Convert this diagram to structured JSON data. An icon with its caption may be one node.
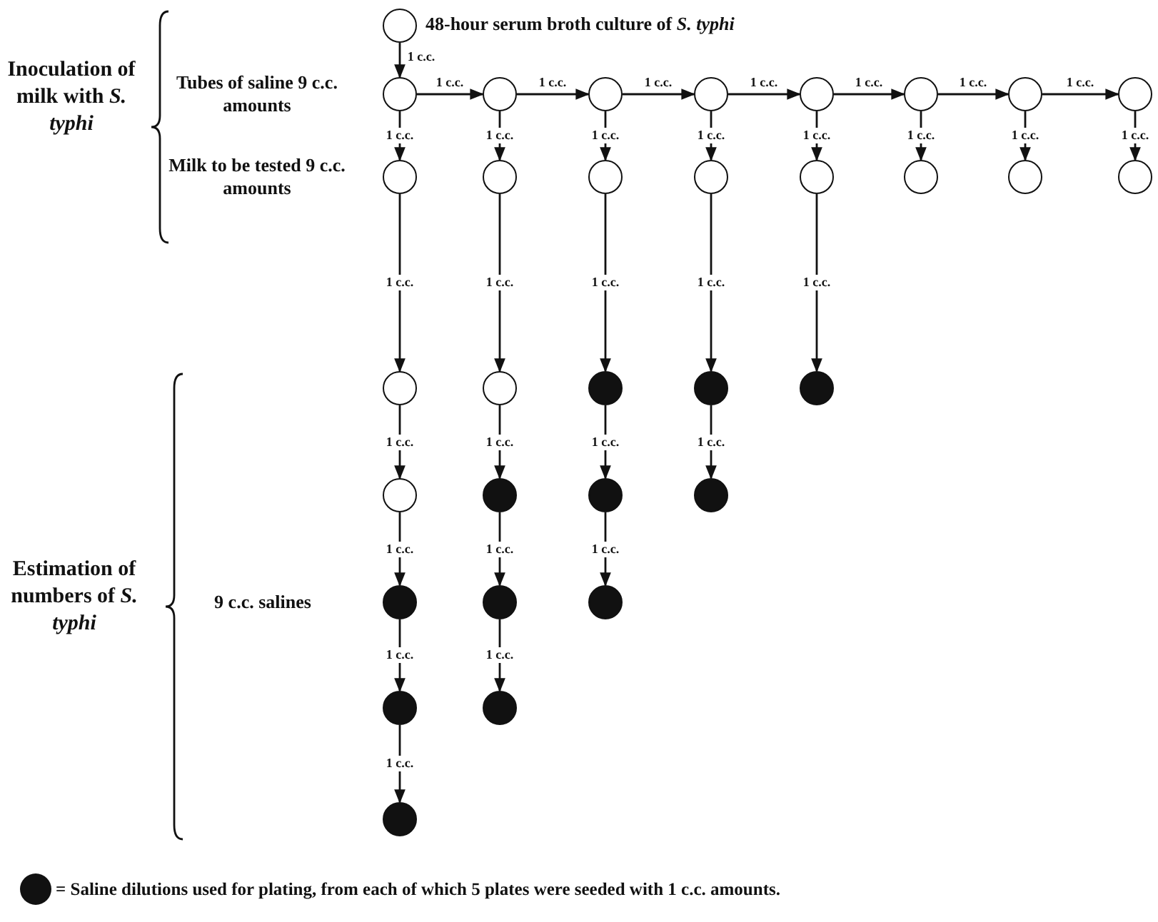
{
  "diagram": {
    "nodes": [
      {
        "text": [],
        "shape": "circle",
        "beside": [
          "48-hour serum broth culture of *S. typhi*"
        ]
      },
      {
        "text": [],
        "shape": "circle"
      },
      {
        "text": [],
        "shape": "circle"
      },
      {
        "text": [],
        "shape": "circle"
      },
      {
        "text": [],
        "shape": "circle"
      },
      {
        "text": [],
        "shape": "circle"
      },
      {
        "text": [],
        "shape": "circle"
      },
      {
        "text": [],
        "shape": "circle"
      },
      {
        "text": [],
        "shape": "circle"
      },
      {
        "text": [],
        "shape": "circle"
      },
      {
        "text": [],
        "shape": "circle"
      },
      {
        "text": [],
        "shape": "circle"
      },
      {
        "text": [],
        "shape": "circle"
      },
      {
        "text": [],
        "shape": "circle"
      },
      {
        "text": [],
        "shape": "circle"
      },
      {
        "text": [],
        "shape": "circle"
      },
      {
        "text": [],
        "shape": "circle"
      },
      {
        "text": [],
        "shape": "circle"
      },
      {
        "text": [],
        "shape": "circle"
      },
      {
        "text": [],
        "shape": "dot"
      },
      {
        "text": [],
        "shape": "dot"
      },
      {
        "text": [],
        "shape": "dot"
      },
      {
        "text": [],
        "shape": "circle"
      },
      {
        "text": [],
        "shape": "dot"
      },
      {
        "text": [],
        "shape": "dot"
      },
      {
        "text": [],
        "shape": "dot"
      },
      {
        "text": [],
        "shape": "dot"
      },
      {
        "text": [],
        "shape": "dot"
      },
      {
        "text": [],
        "shape": "dot"
      },
      {
        "text": [],
        "shape": "dot"
      },
      {
        "text": [],
        "shape": "dot"
      },
      {
        "text": [],
        "shape": "dot"
      }
    ],
    "edges": [
      {
        "from": 0,
        "to": 1,
        "arrow": "to",
        "label": "1 c.c."
      },
      {
        "from": 1,
        "to": 2,
        "arrow": "to",
        "label": "1 c.c."
      },
      {
        "from": 2,
        "to": 3,
        "arrow": "to",
        "label": "1 c.c."
      },
      {
        "from": 3,
        "to": 4,
        "arrow": "to",
        "label": "1 c.c."
      },
      {
        "from": 4,
        "to": 5,
        "arrow": "to",
        "label": "1 c.c."
      },
      {
        "from": 5,
        "to": 6,
        "arrow": "to",
        "label": "1 c.c."
      },
      {
        "from": 6,
        "to": 7,
        "arrow": "to",
        "label": "1 c.c."
      },
      {
        "from": 7,
        "to": 8,
        "arrow": "to",
        "label": "1 c.c."
      },
      {
        "from": 1,
        "to": 9,
        "arrow": "to",
        "label": "1 c.c."
      },
      {
        "from": 2,
        "to": 10,
        "arrow": "to",
        "label": "1 c.c."
      },
      {
        "from": 3,
        "to": 11,
        "arrow": "to",
        "label": "1 c.c."
      },
      {
        "from": 4,
        "to": 12,
        "arrow": "to",
        "label": "1 c.c."
      },
      {
        "from": 5,
        "to": 13,
        "arrow": "to",
        "label": "1 c.c."
      },
      {
        "from": 6,
        "to": 14,
        "arrow": "to",
        "label": "1 c.c."
      },
      {
        "from": 7,
        "to": 15,
        "arrow": "to",
        "label": "1 c.c."
      },
      {
        "from": 8,
        "to": 16,
        "arrow": "to",
        "label": "1 c.c."
      },
      {
        "from": 9,
        "to": 17,
        "arrow": "to",
        "label": "1 c.c."
      },
      {
        "from": 10,
        "to": 18,
        "arrow": "to",
        "label": "1 c.c."
      },
      {
        "from": 11,
        "to": 19,
        "arrow": "to",
        "label": "1 c.c."
      },
      {
        "from": 12,
        "to": 20,
        "arrow": "to",
        "label": "1 c.c."
      },
      {
        "from": 13,
        "to": 21,
        "arrow": "to",
        "label": "1 c.c."
      },
      {
        "from": 17,
        "to": 22,
        "arrow": "to",
        "label": "1 c.c."
      },
      {
        "from": 18,
        "to": 23,
        "arrow": "to",
        "label": "1 c.c."
      },
      {
        "from": 19,
        "to": 24,
        "arrow": "to",
        "label": "1 c.c."
      },
      {
        "from": 20,
        "to": 25,
        "arrow": "to",
        "label": "1 c.c."
      },
      {
        "from": 22,
        "to": 26,
        "arrow": "to",
        "label": "1 c.c."
      },
      {
        "from": 23,
        "to": 27,
        "arrow": "to",
        "label": "1 c.c."
      },
      {
        "from": 24,
        "to": 28,
        "arrow": "to",
        "label": "1 c.c."
      },
      {
        "from": 26,
        "to": 29,
        "arrow": "to",
        "label": "1 c.c."
      },
      {
        "from": 27,
        "to": 30,
        "arrow": "to",
        "label": "1 c.c."
      },
      {
        "from": 29,
        "to": 31,
        "arrow": "to",
        "label": "1 c.c."
      }
    ],
    "labels": [
      "Inoculation of milk with *S. typhi*",
      "Tubes of saline 9 c.c. amounts",
      "Milk to be tested 9 c.c. amounts",
      "Estimation of numbers of *S. typhi*",
      "9 c.c. salines"
    ],
    "legend": [
      {
        "text": "= Saline dilutions used for plating, from each of which 5 plates were seeded with 1 c.c. amounts."
      }
    ]
  }
}
